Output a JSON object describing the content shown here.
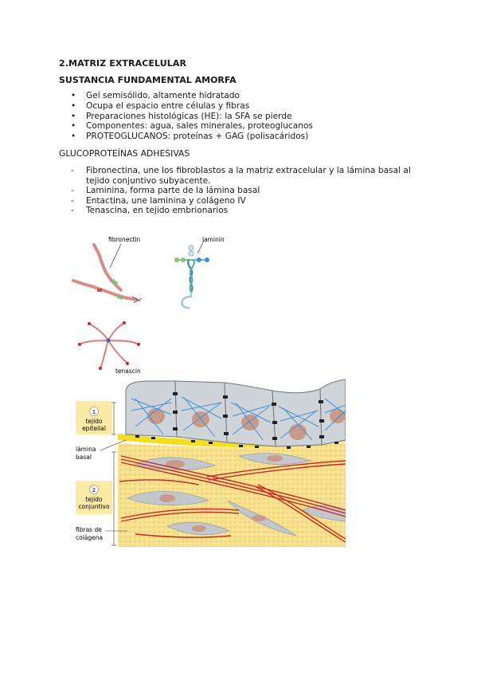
{
  "section_title": "2.MATRIZ EXTRACELULAR",
  "subsection_title": "SUSTANCIA FUNDAMENTAL AMORFA",
  "bullets": [
    "Gel semisólido, altamente hidratado",
    "Ocupa el espacio entre células y fibras",
    "Preparaciones histológicas (HE): la SFA se pierde",
    "Componentes: agua, sales minerales, proteoglucanos",
    "PROTEOGLUCANOS: proteínas + GAG (polisacáridos)"
  ],
  "glyco_title": "GLUCOPROTEÍNAS ADHESIVAS",
  "glyco_items": [
    "Fibronectina, une los fibroblastos a la matriz extracelular y la lámina basal al tejido conjuntivo subyacente.",
    "Laminina, forma parte de la lámina basal",
    "Entactina, une laminina y colágeno IV",
    "Tenascina, en tejido embrionarios"
  ],
  "molecules": {
    "fibronectin": "fibronectin",
    "laminin": "laminin",
    "tenascin": "tenascin"
  },
  "tissue": {
    "label1_num": "1",
    "label1_a": "tejido",
    "label1_b": "epitelial",
    "basal_a": "lámina",
    "basal_b": "basal",
    "label2_num": "2",
    "label2_a": "tejido",
    "label2_b": "conjuntivo",
    "fibers_a": "fibras de",
    "fibers_b": "colágena"
  },
  "colors": {
    "epithelium": "#cfd4d9",
    "nucleus": "#c9998a",
    "filaments": "#3f8fd6",
    "basal_lamina": "#f2de1e",
    "connective": "#f5dd7a",
    "collagen": "#c8281e",
    "callout_box": "#fbe9a6"
  }
}
